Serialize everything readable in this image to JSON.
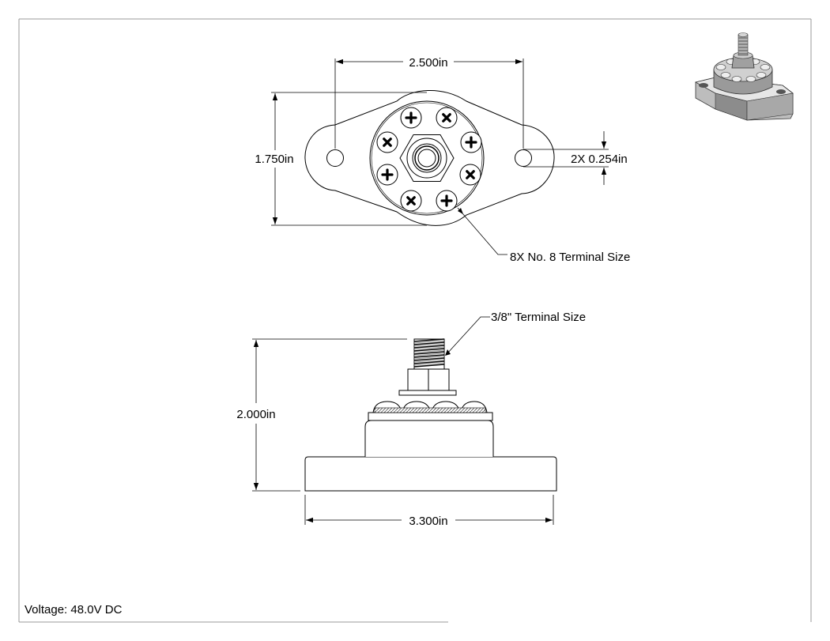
{
  "top_view": {
    "width_dimension": "2.500in",
    "height_dimension": "1.750in",
    "hole_dimension": "2X 0.254in",
    "terminal_callout": "8X No. 8 Terminal Size"
  },
  "side_view": {
    "height_dimension": "2.000in",
    "width_dimension": "3.300in",
    "stud_callout": "3/8\" Terminal Size"
  },
  "footer": {
    "voltage": "Voltage: 48.0V DC"
  },
  "colors": {
    "line": "#000000",
    "part_body": "#ffffff",
    "thread": "#9a9a9a"
  },
  "icons": {
    "screw_head": "phillips-screw-icon",
    "isometric_render": "isometric-part-icon"
  }
}
